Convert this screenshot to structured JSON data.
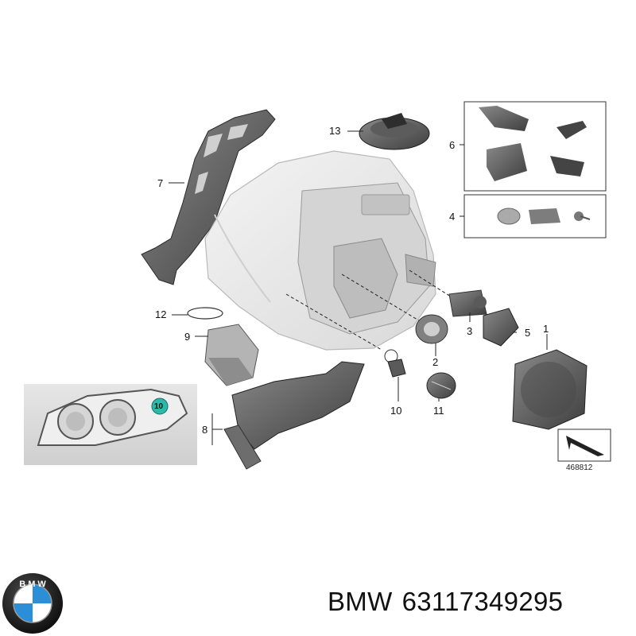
{
  "diagram": {
    "callouts": {
      "c1": "1",
      "c2": "2",
      "c3": "3",
      "c4": "4",
      "c5": "5",
      "c6": "6",
      "c7": "7",
      "c8": "8",
      "c9": "9",
      "c10": "10",
      "c11": "11",
      "c12": "12",
      "c13": "13"
    },
    "inset_marker": "10",
    "reference_number": "468812",
    "colors": {
      "part_fill": "#6f6f6f",
      "part_dark": "#3b3b3b",
      "housing_fill": "#ededed",
      "marker": "#2fb8a8"
    }
  },
  "brand": {
    "logo_name": "bmw-roundel",
    "logo_letters": "BMW",
    "name": "BMW",
    "part_number": "63117349295"
  }
}
